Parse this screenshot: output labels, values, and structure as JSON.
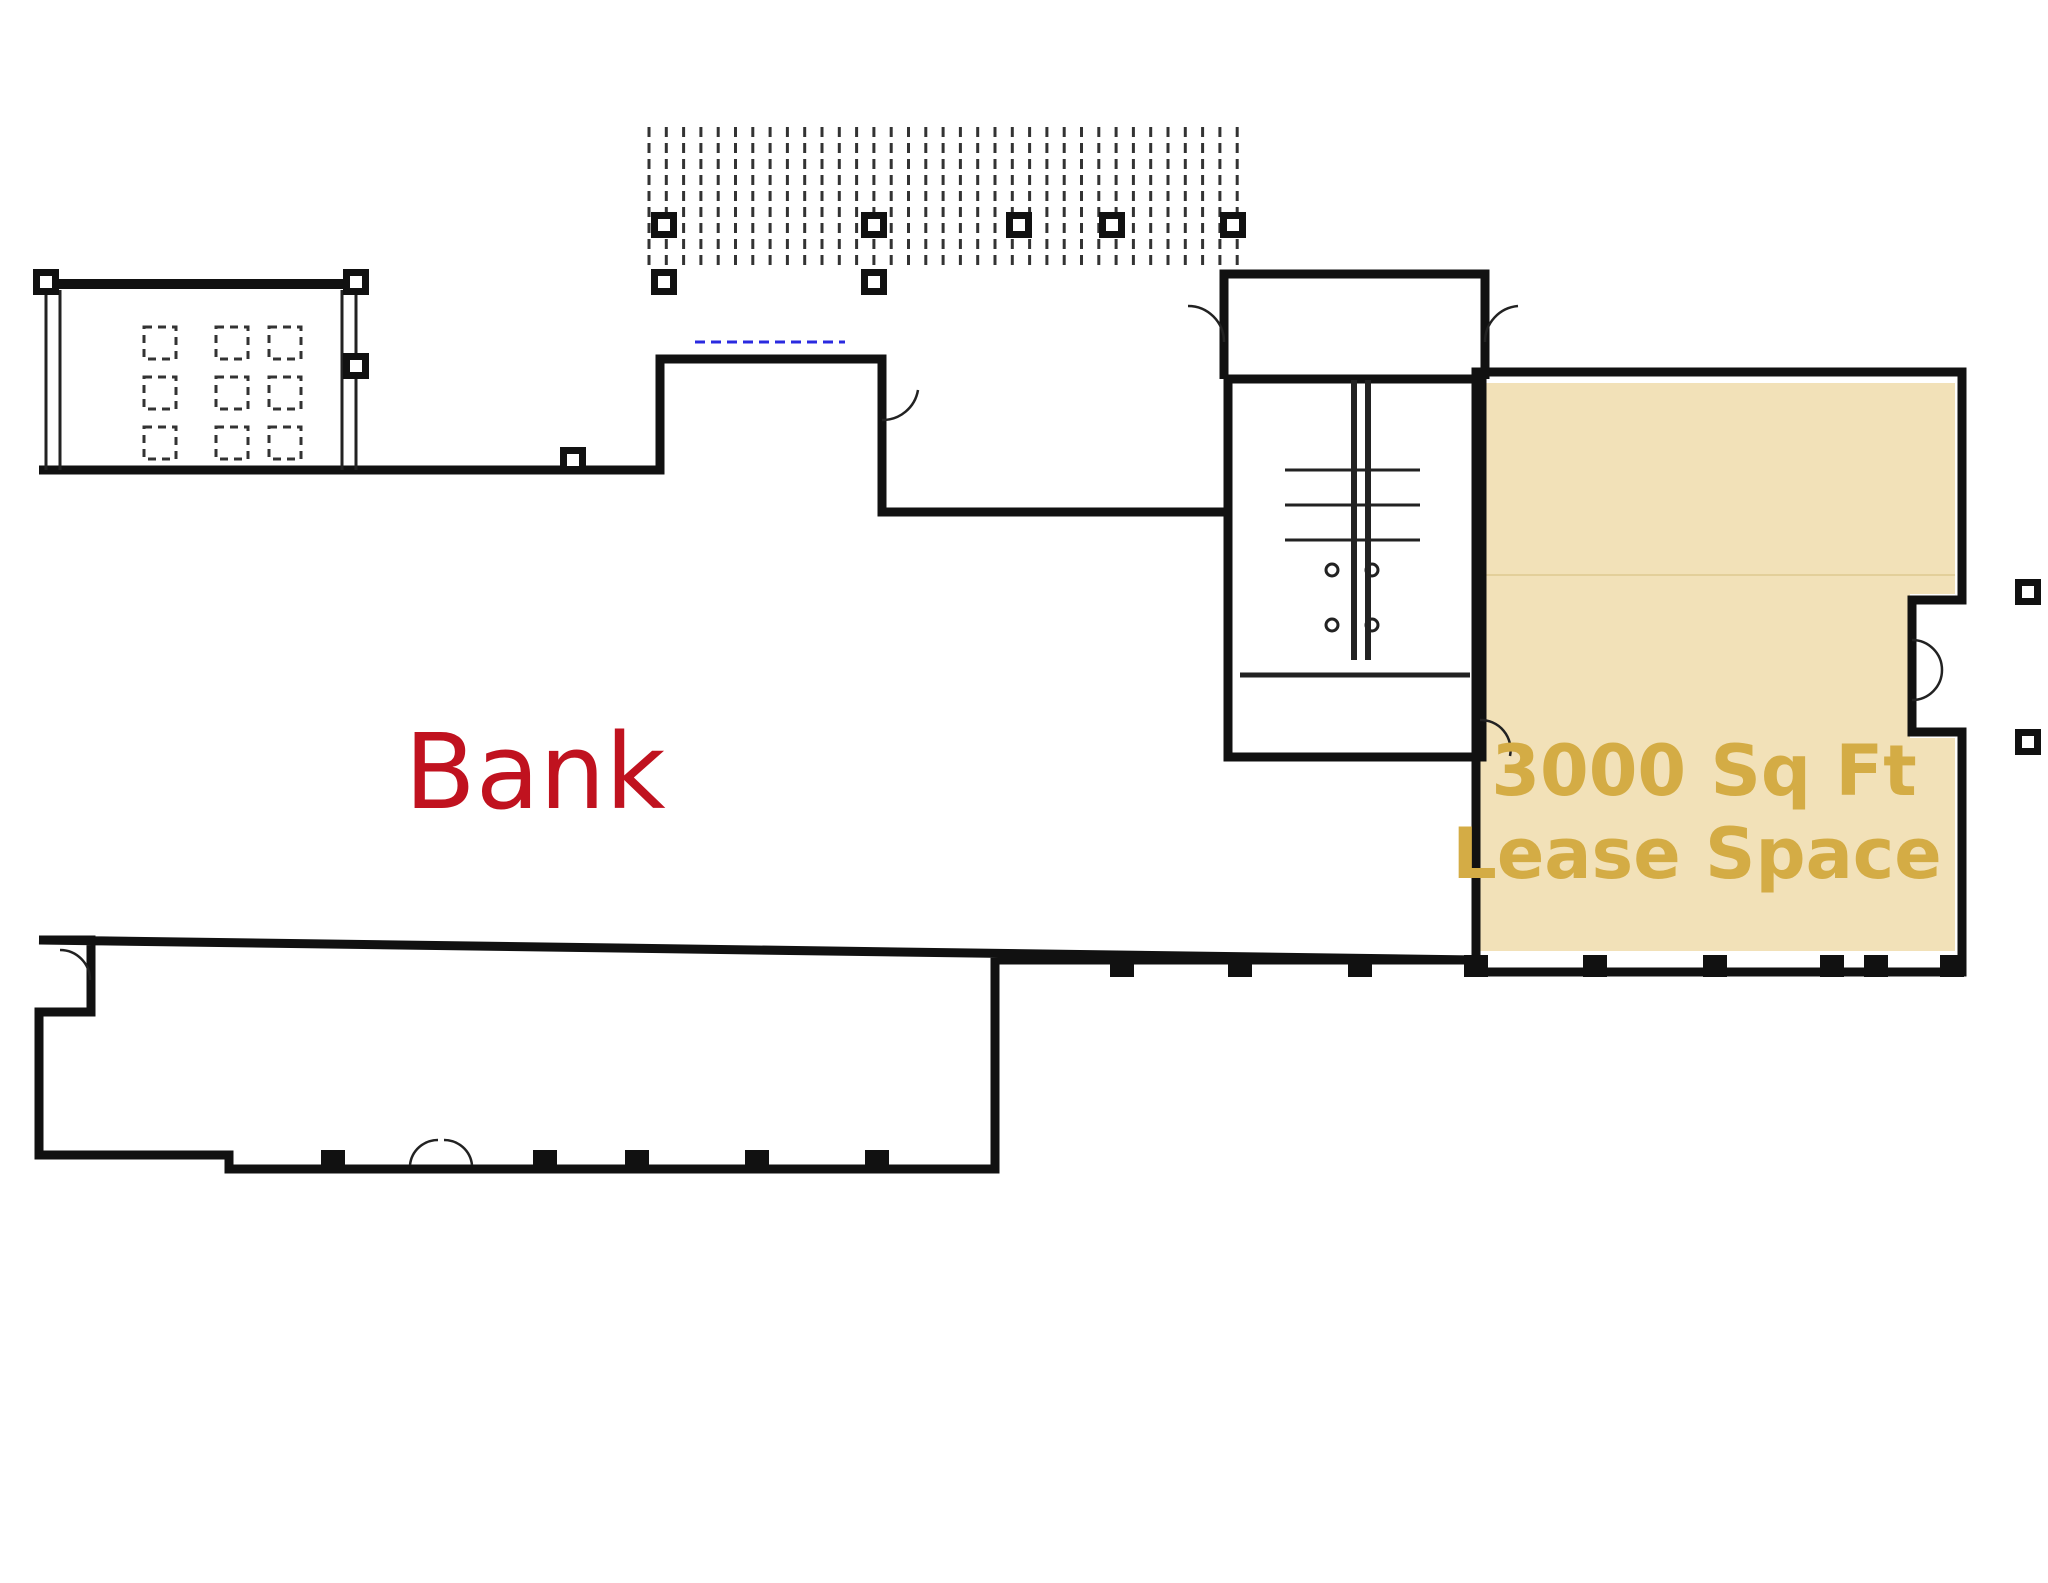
{
  "plan": {
    "spaces": [
      {
        "id": "bank",
        "label": "Bank",
        "label_color": "#c0121f"
      },
      {
        "id": "lease",
        "label_line1": "3000 Sq Ft",
        "label_line2": "Lease Space",
        "label_color": "#d4ac45",
        "fill_color": "#f2e1b8"
      }
    ],
    "wall_color": "#111111",
    "accent_dashed_line_color": "#2a2ae0"
  }
}
